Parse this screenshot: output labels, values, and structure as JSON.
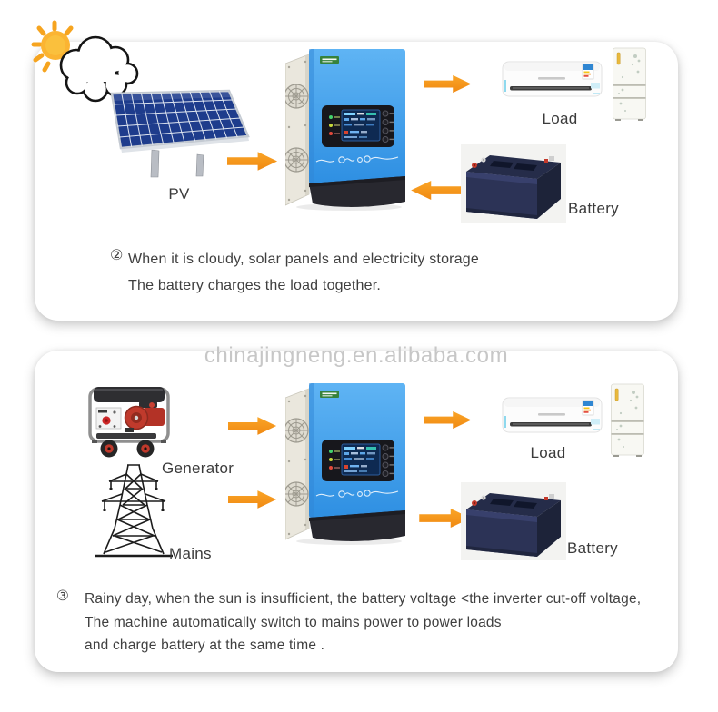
{
  "watermark": {
    "text": "chinajingneng.en.alibaba.com",
    "color": "#C7C7C7"
  },
  "colors": {
    "arrow_orange": "#F7941D",
    "inverter_blue": "#3B9BE8",
    "solar_panel_blue": "#1E3C8C",
    "battery_navy": "#2C3356",
    "caption_text": "#3F3F3F",
    "panel_background": "#FFFFFF"
  },
  "icons": {
    "sun_cloud": "sun-behind-cloud-sketch",
    "pv_panel": "solar-panel-photo",
    "inverter": "solar-inverter-photo",
    "arrow": "orange-flow-arrow",
    "air_conditioner": "wall-air-conditioner-photo",
    "refrigerator": "refrigerator-photo",
    "battery": "battery-photo",
    "generator": "diesel-generator-photo",
    "mains_tower": "transmission-tower-sketch"
  },
  "scene1": {
    "labels": {
      "pv": "PV",
      "load": "Load",
      "battery": "Battery"
    },
    "caption": {
      "num": "②",
      "lines": {
        "0": "When it is cloudy, solar panels and electricity storage",
        "1": "The battery charges the load together."
      }
    }
  },
  "scene2": {
    "labels": {
      "generator": "Generator",
      "mains": "Mains",
      "load": "Load",
      "battery": "Battery"
    },
    "caption": {
      "num": "③",
      "lines": {
        "0": "Rainy day, when the sun is insufficient, the battery voltage <the inverter cut-off voltage,",
        "1": "The machine automatically switch to mains power to power loads",
        "2": "and charge battery at the same time ."
      }
    }
  }
}
